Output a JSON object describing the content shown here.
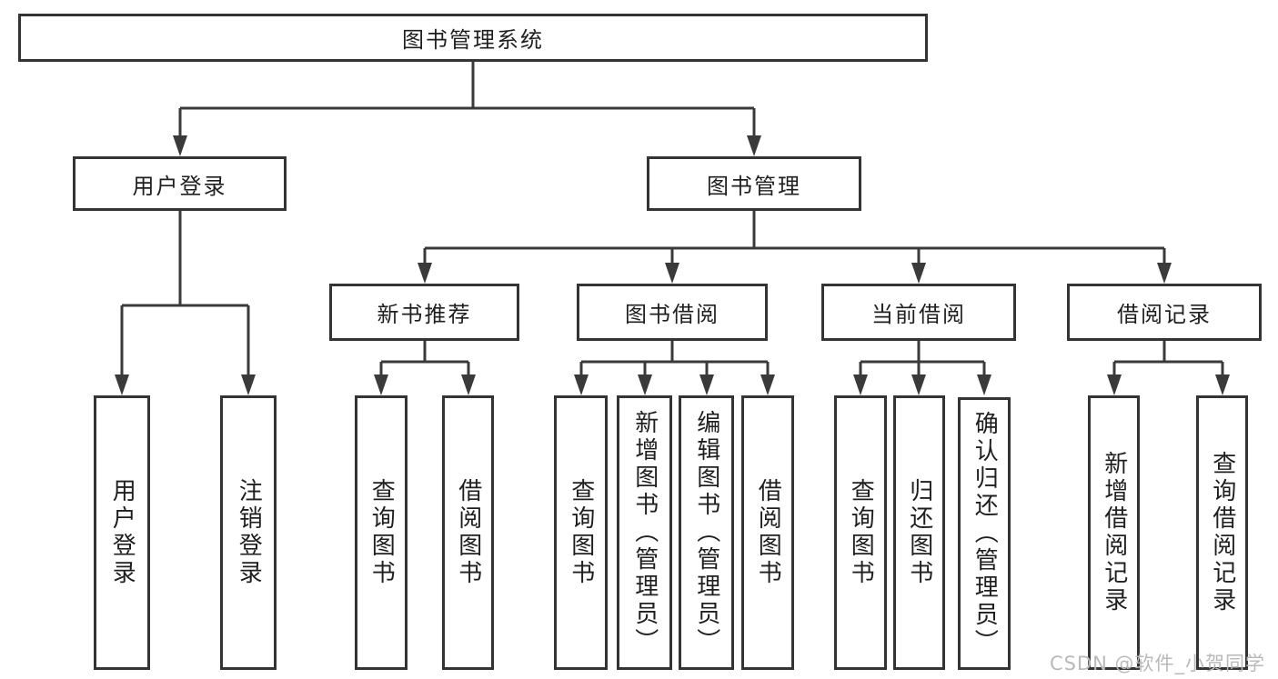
{
  "title": "图书管理系统",
  "watermark": "CSDN @软件_小贺同学",
  "colors": {
    "line": "#3a3a3a",
    "box_border": "#343434",
    "text": "#1f1f1f",
    "watermark": "#b9b9b9",
    "background": "#ffffff"
  },
  "nodes": {
    "root": {
      "label": "图书管理系统",
      "children": [
        "user_login_group",
        "book_mgmt"
      ]
    },
    "user_login_group": {
      "label": "用户登录",
      "children": [
        "user_login",
        "logout"
      ]
    },
    "book_mgmt": {
      "label": "图书管理",
      "children": [
        "new_book_rec",
        "book_borrow",
        "current_borrow",
        "borrow_records"
      ]
    },
    "user_login": {
      "label": "用户登录"
    },
    "logout": {
      "label": "注销登录"
    },
    "new_book_rec": {
      "label": "新书推荐",
      "children": [
        "nb_query_books",
        "nb_borrow_books"
      ]
    },
    "book_borrow": {
      "label": "图书借阅",
      "children": [
        "bb_query_books",
        "bb_add_books_admin",
        "bb_edit_books_admin",
        "bb_borrow_books"
      ]
    },
    "current_borrow": {
      "label": "当前借阅",
      "children": [
        "cb_query_books",
        "cb_return_books",
        "cb_confirm_return_admin"
      ]
    },
    "borrow_records": {
      "label": "借阅记录",
      "children": [
        "br_add_record",
        "br_query_record"
      ]
    },
    "nb_query_books": {
      "label": "查询图书"
    },
    "nb_borrow_books": {
      "label": "借阅图书"
    },
    "bb_query_books": {
      "label": "查询图书"
    },
    "bb_add_books_admin": {
      "label": "新增图书（管理员）"
    },
    "bb_edit_books_admin": {
      "label": "编辑图书（管理员）"
    },
    "bb_borrow_books": {
      "label": "借阅图书"
    },
    "cb_query_books": {
      "label": "查询图书"
    },
    "cb_return_books": {
      "label": "归还图书"
    },
    "cb_confirm_return_admin": {
      "label": "确认归还（管理员）"
    },
    "br_add_record": {
      "label": "新增借阅记录"
    },
    "br_query_record": {
      "label": "查询借阅记录"
    }
  }
}
